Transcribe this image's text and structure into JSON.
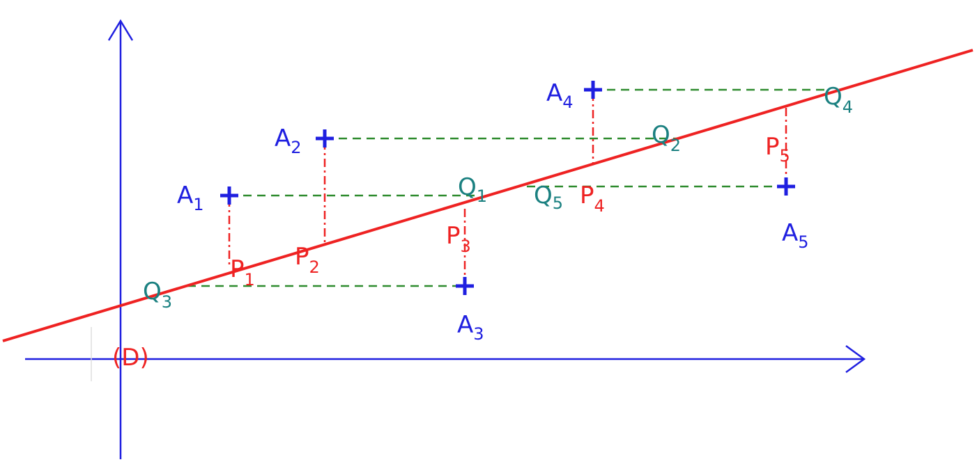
{
  "colors": {
    "axis": "#1f1fe0",
    "line": "#ee2222",
    "point": "#1f1fe0",
    "projection": "#ee2222",
    "horizontal": "#2e8b2e",
    "label_a": "#1f1fe0",
    "label_p": "#ee2222",
    "label_q": "#1a8080"
  },
  "line_label": "(D)",
  "points": [
    {
      "id": "A1",
      "letter": "A",
      "index": "1"
    },
    {
      "id": "A2",
      "letter": "A",
      "index": "2"
    },
    {
      "id": "A3",
      "letter": "A",
      "index": "3"
    },
    {
      "id": "A4",
      "letter": "A",
      "index": "4"
    },
    {
      "id": "A5",
      "letter": "A",
      "index": "5"
    }
  ],
  "projections": [
    {
      "id": "P1",
      "letter": "P",
      "index": "1"
    },
    {
      "id": "P2",
      "letter": "P",
      "index": "2"
    },
    {
      "id": "P3",
      "letter": "P",
      "index": "3"
    },
    {
      "id": "P4",
      "letter": "P",
      "index": "4"
    },
    {
      "id": "P5",
      "letter": "P",
      "index": "5"
    }
  ],
  "intersections": [
    {
      "id": "Q1",
      "letter": "Q",
      "index": "1"
    },
    {
      "id": "Q2",
      "letter": "Q",
      "index": "2"
    },
    {
      "id": "Q3",
      "letter": "Q",
      "index": "3"
    },
    {
      "id": "Q4",
      "letter": "Q",
      "index": "4"
    },
    {
      "id": "Q5",
      "letter": "Q",
      "index": "5"
    }
  ]
}
